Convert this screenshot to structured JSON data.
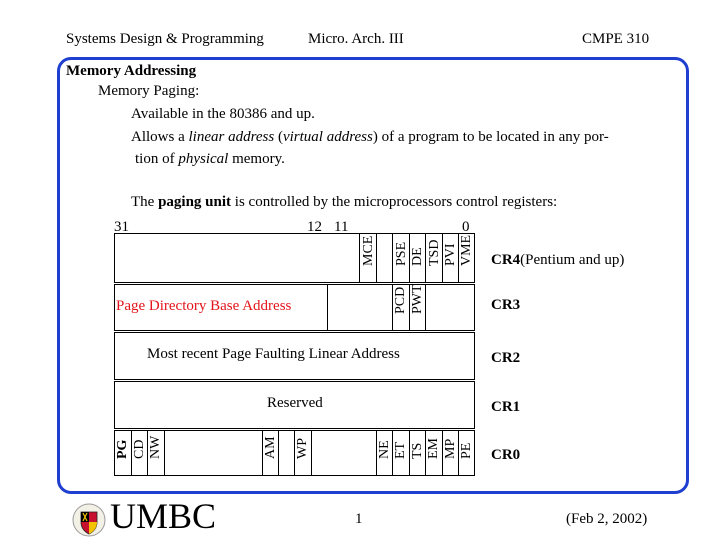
{
  "header": {
    "course_title": "Systems Design & Programming",
    "topic": "Micro. Arch. III",
    "course_code": "CMPE 310"
  },
  "slide": {
    "section_title": "Memory Addressing",
    "subtitle": "Memory Paging:",
    "line1": "Available in the 80386 and up.",
    "line2_a": "Allows a ",
    "line2_b": "linear address",
    "line2_c": " (",
    "line2_d": "virtual address",
    "line2_e": ") of a program to be located in any por-",
    "line3_a": "tion of ",
    "line3_b": "physical",
    "line3_c": " memory.",
    "line4_a": "The ",
    "line4_b": "paging unit",
    "line4_c": " is controlled by the microprocessors control registers:"
  },
  "bit_numbers": {
    "b31": "31",
    "b12": "12",
    "b11": "11",
    "b0": "0"
  },
  "registers": {
    "cr4": {
      "name": "CR4",
      "note": "(Pentium and up)",
      "bits": [
        "MCE",
        "PSE",
        "DE",
        "TSD",
        "PVI",
        "VME"
      ]
    },
    "cr3": {
      "name": "CR3",
      "field": "Page Directory Base Address",
      "bits": [
        "PCD",
        "PWT"
      ]
    },
    "cr2": {
      "name": "CR2",
      "field": "Most recent Page Faulting Linear Address"
    },
    "cr1": {
      "name": "CR1",
      "field": "Reserved"
    },
    "cr0": {
      "name": "CR0",
      "bits": [
        "PG",
        "CD",
        "NW",
        "AM",
        "WP",
        "NE",
        "ET",
        "TS",
        "EM",
        "MP",
        "PE"
      ]
    }
  },
  "footer": {
    "logo_text": "UMBC",
    "page_number": "1",
    "date": "(Feb 2, 2002)"
  },
  "colors": {
    "frame": "#1f3fd0",
    "highlight_text": "#e3141b"
  }
}
